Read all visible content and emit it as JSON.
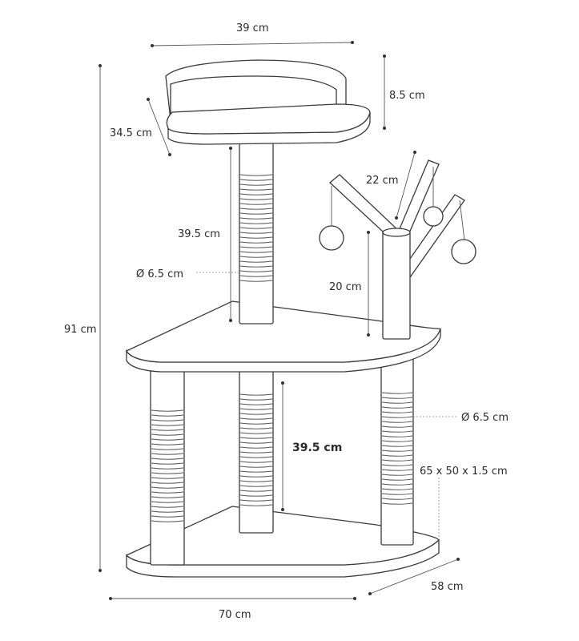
{
  "dimensions": {
    "top_width": "39 cm",
    "bed_height": "8.5 cm",
    "bed_depth": "34.5 cm",
    "total_height": "91 cm",
    "upper_post_height": "39.5 cm",
    "post_diameter_upper": "Ø 6.5 cm",
    "branch_length": "22 cm",
    "branch_post_height": "20 cm",
    "lower_post_height": "39.5 cm",
    "post_diameter_lower": "Ø 6.5 cm",
    "base_size": "65 x 50 x 1.5 cm",
    "base_depth": "58 cm",
    "base_width": "70 cm"
  }
}
